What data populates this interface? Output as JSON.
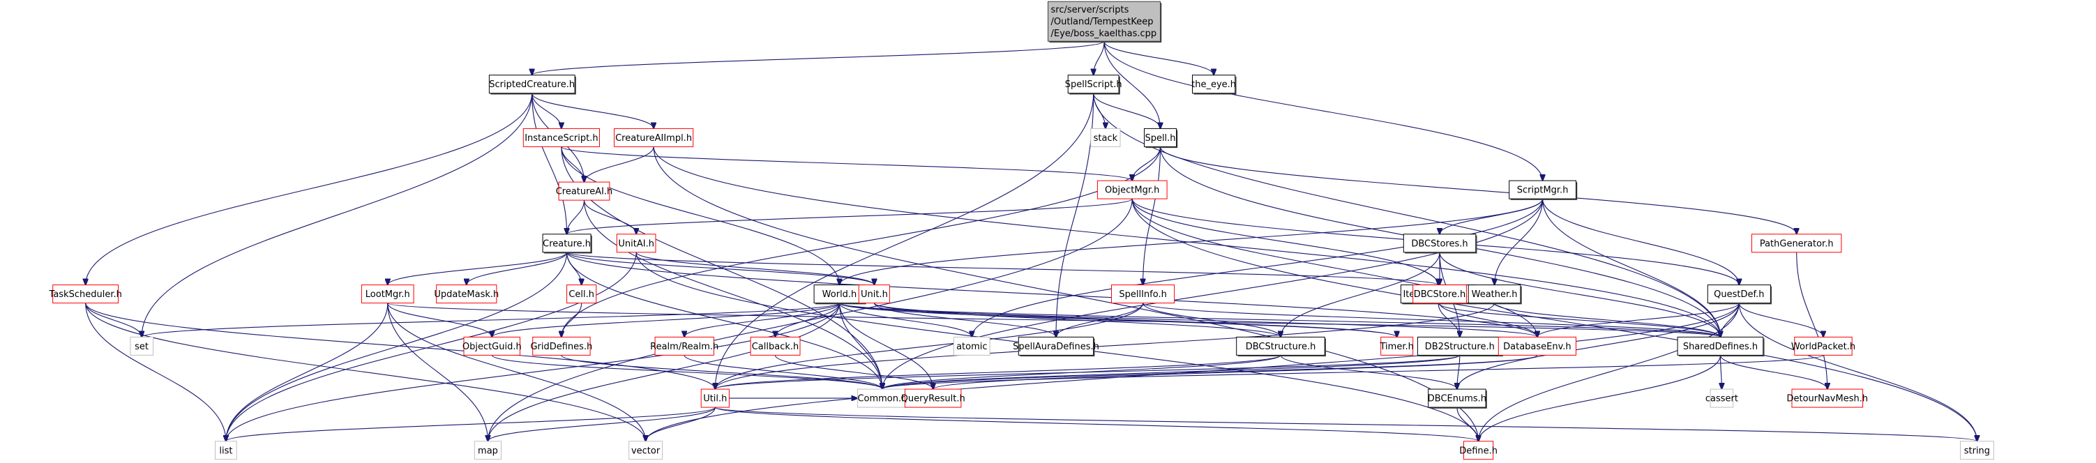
{
  "diagram": {
    "title": "Include dependency graph for boss_kaelthas.cpp",
    "colors": {
      "edge": "#191970",
      "root_fill": "#bfbfbf",
      "root_border": "#404040",
      "documented_border": "#000000",
      "undocumented_border": "#ff0000",
      "system_border": "#bfbfbf",
      "node_fill": "#ffffff"
    },
    "node_kinds": {
      "root": "source file being documented",
      "documented": "header with documentation",
      "truncated": "header whose graph is truncated (red border)",
      "system": "standard library header (grey border)"
    },
    "nodes": [
      {
        "id": "root",
        "lines": [
          "src/server/scripts",
          "/Outland/TempestKeep",
          "/Eye/boss_kaelthas.cpp"
        ],
        "kind": "root"
      },
      {
        "id": "ScriptedCreature",
        "lines": [
          "ScriptedCreature.h"
        ],
        "kind": "documented"
      },
      {
        "id": "SpellScript",
        "lines": [
          "SpellScript.h"
        ],
        "kind": "documented"
      },
      {
        "id": "the_eye",
        "lines": [
          "the_eye.h"
        ],
        "kind": "documented"
      },
      {
        "id": "InstanceScript",
        "lines": [
          "InstanceScript.h"
        ],
        "kind": "truncated"
      },
      {
        "id": "CreatureAIImpl",
        "lines": [
          "CreatureAIImpl.h"
        ],
        "kind": "truncated"
      },
      {
        "id": "stack",
        "lines": [
          "stack"
        ],
        "kind": "system"
      },
      {
        "id": "Spell",
        "lines": [
          "Spell.h"
        ],
        "kind": "documented"
      },
      {
        "id": "CreatureAI",
        "lines": [
          "CreatureAI.h"
        ],
        "kind": "truncated"
      },
      {
        "id": "ObjectMgr",
        "lines": [
          "ObjectMgr.h"
        ],
        "kind": "truncated"
      },
      {
        "id": "ScriptMgr",
        "lines": [
          "ScriptMgr.h"
        ],
        "kind": "documented"
      },
      {
        "id": "Creature",
        "lines": [
          "Creature.h"
        ],
        "kind": "documented"
      },
      {
        "id": "UnitAI",
        "lines": [
          "UnitAI.h"
        ],
        "kind": "truncated"
      },
      {
        "id": "PathGenerator",
        "lines": [
          "PathGenerator.h"
        ],
        "kind": "truncated"
      },
      {
        "id": "DBCStores",
        "lines": [
          "DBCStores.h"
        ],
        "kind": "documented"
      },
      {
        "id": "TaskScheduler",
        "lines": [
          "TaskScheduler.h"
        ],
        "kind": "truncated"
      },
      {
        "id": "LootMgr",
        "lines": [
          "LootMgr.h"
        ],
        "kind": "truncated"
      },
      {
        "id": "UpdateMask",
        "lines": [
          "UpdateMask.h"
        ],
        "kind": "truncated"
      },
      {
        "id": "Cell",
        "lines": [
          "Cell.h"
        ],
        "kind": "truncated"
      },
      {
        "id": "World",
        "lines": [
          "World.h"
        ],
        "kind": "documented"
      },
      {
        "id": "Unit",
        "lines": [
          "Unit.h"
        ],
        "kind": "truncated"
      },
      {
        "id": "SpellInfo",
        "lines": [
          "SpellInfo.h"
        ],
        "kind": "truncated"
      },
      {
        "id": "ItemTemplate",
        "lines": [
          "ItemTemplate.h"
        ],
        "kind": "documented"
      },
      {
        "id": "DBCStore",
        "lines": [
          "DBCStore.h"
        ],
        "kind": "truncated"
      },
      {
        "id": "Weather",
        "lines": [
          "Weather.h"
        ],
        "kind": "documented"
      },
      {
        "id": "QuestDef",
        "lines": [
          "QuestDef.h"
        ],
        "kind": "documented"
      },
      {
        "id": "set",
        "lines": [
          "set"
        ],
        "kind": "system"
      },
      {
        "id": "ObjectGuid",
        "lines": [
          "ObjectGuid.h"
        ],
        "kind": "truncated"
      },
      {
        "id": "GridDefines",
        "lines": [
          "GridDefines.h"
        ],
        "kind": "truncated"
      },
      {
        "id": "RealmRealm",
        "lines": [
          "Realm/Realm.h"
        ],
        "kind": "truncated"
      },
      {
        "id": "Callback",
        "lines": [
          "Callback.h"
        ],
        "kind": "truncated"
      },
      {
        "id": "atomic",
        "lines": [
          "atomic"
        ],
        "kind": "system"
      },
      {
        "id": "SpellAuraDefines",
        "lines": [
          "SpellAuraDefines.h"
        ],
        "kind": "documented"
      },
      {
        "id": "Timer",
        "lines": [
          "Timer.h"
        ],
        "kind": "truncated"
      },
      {
        "id": "DBCStructure",
        "lines": [
          "DBCStructure.h"
        ],
        "kind": "documented"
      },
      {
        "id": "DB2Structure",
        "lines": [
          "DB2Structure.h"
        ],
        "kind": "documented"
      },
      {
        "id": "DatabaseEnv",
        "lines": [
          "DatabaseEnv.h"
        ],
        "kind": "truncated"
      },
      {
        "id": "SharedDefines",
        "lines": [
          "SharedDefines.h"
        ],
        "kind": "documented"
      },
      {
        "id": "WorldPacket",
        "lines": [
          "WorldPacket.h"
        ],
        "kind": "truncated"
      },
      {
        "id": "Util",
        "lines": [
          "Util.h"
        ],
        "kind": "truncated"
      },
      {
        "id": "Common",
        "lines": [
          "Common.h"
        ],
        "kind": "system"
      },
      {
        "id": "QueryResult",
        "lines": [
          "QueryResult.h"
        ],
        "kind": "truncated"
      },
      {
        "id": "DBCEnums",
        "lines": [
          "DBCEnums.h"
        ],
        "kind": "documented"
      },
      {
        "id": "cassert",
        "lines": [
          "cassert"
        ],
        "kind": "system"
      },
      {
        "id": "DetourNavMesh",
        "lines": [
          "DetourNavMesh.h"
        ],
        "kind": "truncated"
      },
      {
        "id": "list",
        "lines": [
          "list"
        ],
        "kind": "system"
      },
      {
        "id": "map",
        "lines": [
          "map"
        ],
        "kind": "system"
      },
      {
        "id": "vector",
        "lines": [
          "vector"
        ],
        "kind": "system"
      },
      {
        "id": "Define",
        "lines": [
          "Define.h"
        ],
        "kind": "truncated"
      },
      {
        "id": "string",
        "lines": [
          "string"
        ],
        "kind": "system"
      }
    ],
    "edges": [
      [
        "root",
        "ScriptedCreature"
      ],
      [
        "root",
        "SpellScript"
      ],
      [
        "root",
        "Spell"
      ],
      [
        "root",
        "the_eye"
      ],
      [
        "root",
        "ScriptMgr"
      ],
      [
        "ScriptedCreature",
        "InstanceScript"
      ],
      [
        "ScriptedCreature",
        "CreatureAIImpl"
      ],
      [
        "ScriptedCreature",
        "CreatureAI"
      ],
      [
        "ScriptedCreature",
        "Creature"
      ],
      [
        "ScriptedCreature",
        "TaskScheduler"
      ],
      [
        "ScriptedCreature",
        "set"
      ],
      [
        "SpellScript",
        "stack"
      ],
      [
        "SpellScript",
        "Spell"
      ],
      [
        "SpellScript",
        "SpellAuraDefines"
      ],
      [
        "SpellScript",
        "SharedDefines"
      ],
      [
        "SpellScript",
        "Util"
      ],
      [
        "InstanceScript",
        "CreatureAI"
      ],
      [
        "InstanceScript",
        "World"
      ],
      [
        "InstanceScript",
        "ObjectMgr"
      ],
      [
        "InstanceScript",
        "Common"
      ],
      [
        "CreatureAIImpl",
        "CreatureAI"
      ],
      [
        "CreatureAIImpl",
        "SharedDefines"
      ],
      [
        "CreatureAIImpl",
        "Define"
      ],
      [
        "Spell",
        "ObjectMgr"
      ],
      [
        "Spell",
        "SpellInfo"
      ],
      [
        "Spell",
        "GridDefines"
      ],
      [
        "Spell",
        "PathGenerator"
      ],
      [
        "Spell",
        "SharedDefines"
      ],
      [
        "CreatureAI",
        "Creature"
      ],
      [
        "CreatureAI",
        "UnitAI"
      ],
      [
        "CreatureAI",
        "Common"
      ],
      [
        "ObjectMgr",
        "Creature"
      ],
      [
        "ObjectMgr",
        "ItemTemplate"
      ],
      [
        "ObjectMgr",
        "QuestDef"
      ],
      [
        "ObjectMgr",
        "DatabaseEnv"
      ],
      [
        "ObjectMgr",
        "map"
      ],
      [
        "ObjectMgr",
        "string"
      ],
      [
        "ScriptMgr",
        "DBCStores"
      ],
      [
        "ScriptMgr",
        "World"
      ],
      [
        "ScriptMgr",
        "Weather"
      ],
      [
        "ScriptMgr",
        "QuestDef"
      ],
      [
        "ScriptMgr",
        "SharedDefines"
      ],
      [
        "ScriptMgr",
        "Common"
      ],
      [
        "ScriptMgr",
        "atomic"
      ],
      [
        "Creature",
        "UpdateMask"
      ],
      [
        "Creature",
        "LootMgr"
      ],
      [
        "Creature",
        "Cell"
      ],
      [
        "Creature",
        "Unit"
      ],
      [
        "Creature",
        "ItemTemplate"
      ],
      [
        "Creature",
        "DatabaseEnv"
      ],
      [
        "Creature",
        "Common"
      ],
      [
        "Creature",
        "list"
      ],
      [
        "UnitAI",
        "Unit"
      ],
      [
        "UnitAI",
        "Define"
      ],
      [
        "UnitAI",
        "list"
      ],
      [
        "DBCStores",
        "DBCStore"
      ],
      [
        "DBCStores",
        "DBCStructure"
      ],
      [
        "DBCStores",
        "DB2Structure"
      ],
      [
        "DBCStores",
        "SharedDefines"
      ],
      [
        "TaskScheduler",
        "set"
      ],
      [
        "TaskScheduler",
        "list"
      ],
      [
        "TaskScheduler",
        "vector"
      ],
      [
        "TaskScheduler",
        "Util"
      ],
      [
        "LootMgr",
        "ObjectGuid"
      ],
      [
        "LootMgr",
        "map"
      ],
      [
        "LootMgr",
        "vector"
      ],
      [
        "LootMgr",
        "list"
      ],
      [
        "LootMgr",
        "SharedDefines"
      ],
      [
        "Cell",
        "GridDefines"
      ],
      [
        "World",
        "RealmRealm"
      ],
      [
        "World",
        "Callback"
      ],
      [
        "World",
        "Common"
      ],
      [
        "World",
        "Timer"
      ],
      [
        "World",
        "SharedDefines"
      ],
      [
        "World",
        "QueryResult"
      ],
      [
        "World",
        "ObjectGuid"
      ],
      [
        "World",
        "set"
      ],
      [
        "World",
        "map"
      ],
      [
        "World",
        "list"
      ],
      [
        "World",
        "atomic"
      ],
      [
        "World",
        "DatabaseEnv"
      ],
      [
        "Unit",
        "SpellAuraDefines"
      ],
      [
        "Unit",
        "Timer"
      ],
      [
        "Unit",
        "DBCStructure"
      ],
      [
        "SpellInfo",
        "SpellAuraDefines"
      ],
      [
        "SpellInfo",
        "DBCStructure"
      ],
      [
        "SpellInfo",
        "SharedDefines"
      ],
      [
        "SpellInfo",
        "Util"
      ],
      [
        "ItemTemplate",
        "DB2Structure"
      ],
      [
        "ItemTemplate",
        "SharedDefines"
      ],
      [
        "DBCStore",
        "DatabaseEnv"
      ],
      [
        "Weather",
        "SharedDefines"
      ],
      [
        "Weather",
        "Util"
      ],
      [
        "QuestDef",
        "SharedDefines"
      ],
      [
        "QuestDef",
        "WorldPacket"
      ],
      [
        "QuestDef",
        "DatabaseEnv"
      ],
      [
        "QuestDef",
        "DBCEnums"
      ],
      [
        "QuestDef",
        "Define"
      ],
      [
        "QuestDef",
        "string"
      ],
      [
        "QuestDef",
        "vector"
      ],
      [
        "ObjectGuid",
        "Common"
      ],
      [
        "GridDefines",
        "Common"
      ],
      [
        "RealmRealm",
        "Common"
      ],
      [
        "Callback",
        "QueryResult"
      ],
      [
        "DBCStructure",
        "DBCEnums"
      ],
      [
        "DBCStructure",
        "Util"
      ],
      [
        "DBCStructure",
        "Common"
      ],
      [
        "DB2Structure",
        "DBCEnums"
      ],
      [
        "DB2Structure",
        "Common"
      ],
      [
        "DB2Structure",
        "Util"
      ],
      [
        "DatabaseEnv",
        "QueryResult"
      ],
      [
        "DatabaseEnv",
        "Common"
      ],
      [
        "SharedDefines",
        "cassert"
      ],
      [
        "SharedDefines",
        "DetourNavMesh"
      ],
      [
        "SharedDefines",
        "Define"
      ],
      [
        "WorldPacket",
        "Common"
      ],
      [
        "PathGenerator",
        "DetourNavMesh"
      ],
      [
        "Util",
        "list"
      ],
      [
        "Util",
        "map"
      ],
      [
        "Util",
        "vector"
      ],
      [
        "Util",
        "string"
      ],
      [
        "Util",
        "Define"
      ],
      [
        "Util",
        "Common"
      ],
      [
        "DBCEnums",
        "Define"
      ]
    ]
  }
}
